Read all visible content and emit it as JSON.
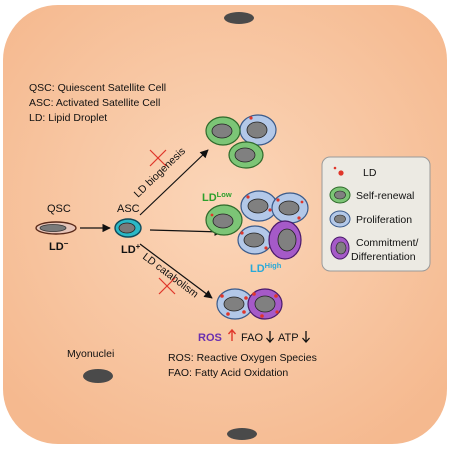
{
  "abbreviations": {
    "qsc": "QSC: Quiescent Satellite Cell",
    "asc": "ASC: Activated Satellite Cell",
    "ld": "LD: Lipid Droplet"
  },
  "cells": {
    "qsc_label": "QSC",
    "qsc_ld": "LD",
    "qsc_ld_sup": "−",
    "asc_label": "ASC",
    "asc_ld": "LD",
    "asc_ld_sup": "+"
  },
  "pathways": {
    "biogenesis": "LD biogenesis",
    "catabolism": "LD catabolism"
  },
  "groups": {
    "ld_low": "LD",
    "ld_low_sup": "Low",
    "ld_high": "LD",
    "ld_high_sup": "High"
  },
  "effects": {
    "ros": "ROS",
    "fao": "FAO",
    "atp": "ATP"
  },
  "legend": {
    "ld": "LD",
    "self_renewal": "Self-renewal",
    "proliferation": "Proliferation",
    "commitment_line1": "Commitment/",
    "commitment_line2": "Differentiation"
  },
  "footer": {
    "myonuclei": "Myonuclei",
    "ros_def": "ROS: Reactive Oxygen Species",
    "fao_def": "FAO: Fatty Acid Oxidation"
  },
  "colors": {
    "background": "#f8c9a5",
    "green_cell": "#7cc576",
    "blue_cell": "#b3c8e8",
    "purple_cell": "#a55ac8",
    "ld_dot": "#e0362a",
    "nucleus": "#808080",
    "ld_low_text": "#2ca02c",
    "ld_high_text": "#29a9d8",
    "ros_text": "#6a2fb0",
    "asc_ring": "#2ab8c6"
  }
}
